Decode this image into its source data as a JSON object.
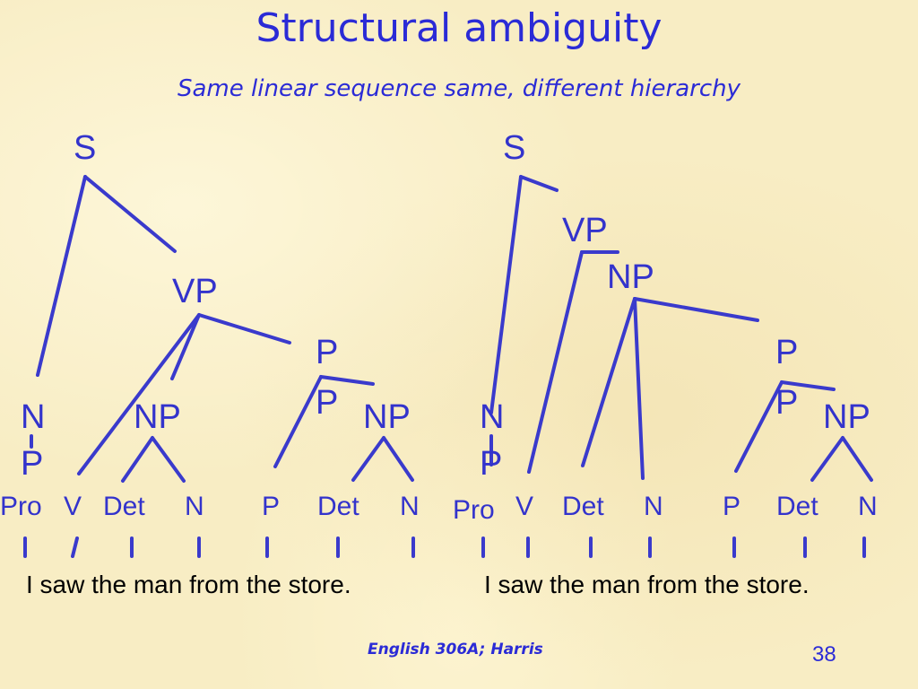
{
  "title": "Structural ambiguity",
  "subtitle": "Same linear sequence same, different hierarchy",
  "trees": [
    {
      "S": "S",
      "VP": "VP",
      "NP_subj": "N",
      "NP_subj2": "P",
      "PP1": "P",
      "PP2": "P",
      "NP_obj": "NP",
      "NP_pp": "NP",
      "leaves": [
        "Pro",
        "V",
        "Det",
        "N",
        "P",
        "Det",
        "N"
      ],
      "sentence": "I saw the man from the store."
    },
    {
      "S": "S",
      "VP": "VP",
      "NP_obj": "NP",
      "NP_subj": "N",
      "NP_subj2": "P",
      "PP1": "P",
      "PP2": "P",
      "NP_pp": "NP",
      "leaves": [
        "Pro",
        "V",
        "Det",
        "N",
        "P",
        "Det",
        "N"
      ],
      "sentence": "I saw the man from the store."
    }
  ],
  "footer": "English 306A; Harris",
  "page_number": "38",
  "colors": {
    "line": "#3a3acc",
    "text": "#3333cc",
    "title": "#2b2bd6",
    "background": "#f8edc4"
  }
}
